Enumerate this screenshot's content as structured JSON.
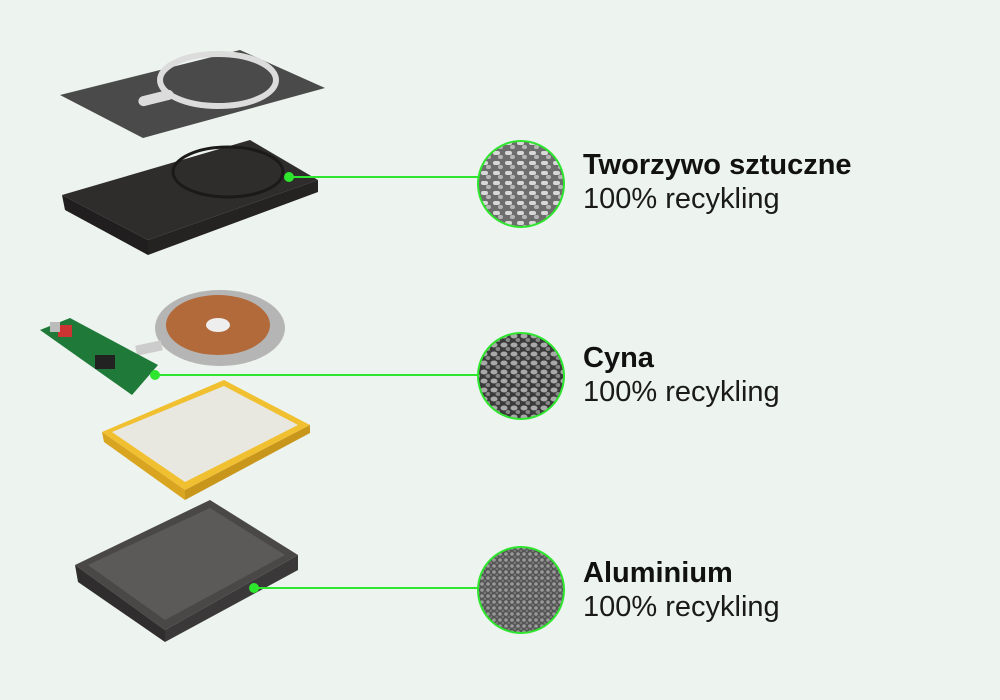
{
  "accent_color": "#2ee62e",
  "materials": [
    {
      "title": "Tworzywo sztuczne",
      "subtitle": "100% recykling",
      "icon": "plastic-pellets-icon"
    },
    {
      "title": "Cyna",
      "subtitle": "100% recykling",
      "icon": "tin-pellets-icon"
    },
    {
      "title": "Aluminium",
      "subtitle": "100% recykling",
      "icon": "aluminium-granules-icon"
    }
  ]
}
